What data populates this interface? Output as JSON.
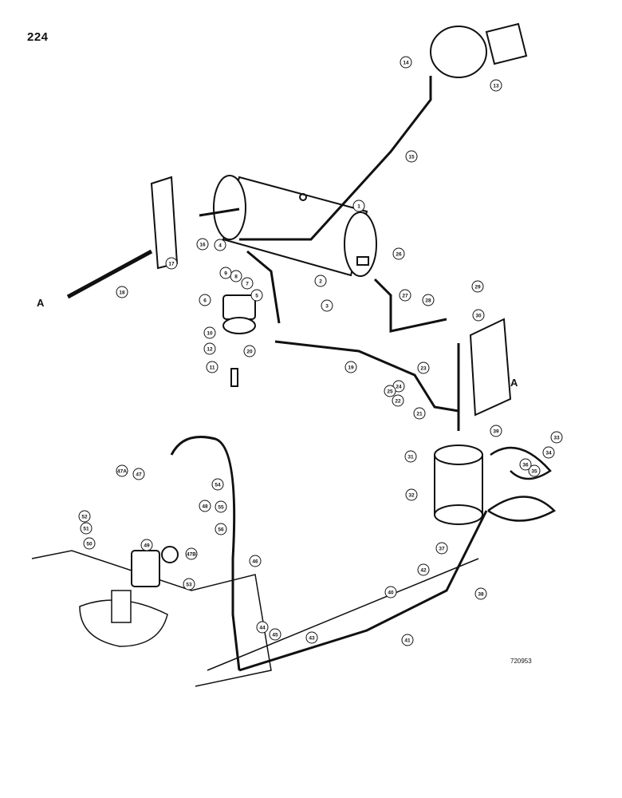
{
  "page_number": "224",
  "drawing_code": "720953",
  "reference_letter": "A",
  "callouts": [
    "1",
    "2",
    "3",
    "4",
    "5",
    "6",
    "7",
    "8",
    "9",
    "10",
    "11",
    "12",
    "13",
    "14",
    "15",
    "16",
    "17",
    "18",
    "19",
    "20",
    "21",
    "22",
    "23",
    "24",
    "25",
    "26",
    "27",
    "28",
    "29",
    "30",
    "31",
    "32",
    "33",
    "34",
    "35",
    "36",
    "37",
    "38",
    "39",
    "40",
    "41",
    "42",
    "43",
    "44",
    "45",
    "46",
    "47",
    "48",
    "49",
    "50",
    "51",
    "52",
    "53",
    "54",
    "55",
    "56",
    "47A",
    "47B"
  ]
}
